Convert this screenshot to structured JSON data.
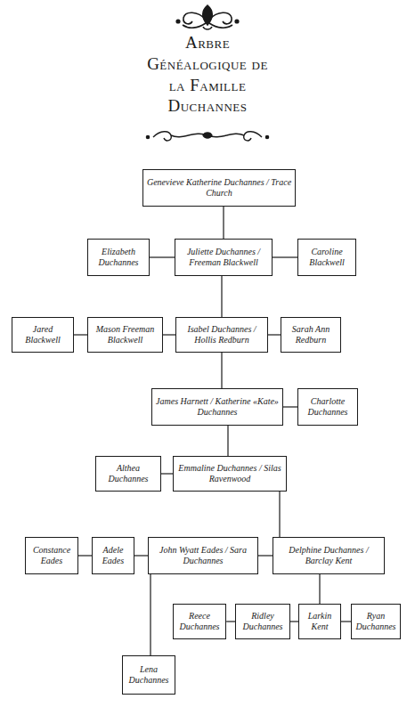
{
  "diagram": {
    "title": "Arbre Généalogique de la Famille Duchannes",
    "nodes": [
      {
        "text": [
          "Genevieve Katherine Duchannes / Trace Church"
        ]
      },
      {
        "text": [
          "Elizabeth Duchannes"
        ]
      },
      {
        "text": [
          "Juliette Duchannes / Freeman Blackwell"
        ]
      },
      {
        "text": [
          "Caroline Blackwell"
        ]
      },
      {
        "text": [
          "Jared Blackwell"
        ]
      },
      {
        "text": [
          "Mason Freeman Blackwell"
        ]
      },
      {
        "text": [
          "Isabel Duchannes / Hollis Redburn"
        ]
      },
      {
        "text": [
          "Sarah Ann Redburn"
        ]
      },
      {
        "text": [
          "James Harnett / Katherine «Kate» Duchannes"
        ]
      },
      {
        "text": [
          "Charlotte Duchannes"
        ]
      },
      {
        "text": [
          "Althea Duchannes"
        ]
      },
      {
        "text": [
          "Emmaline Duchannes / Silas Ravenwood"
        ]
      },
      {
        "text": [
          "Constance Eades"
        ]
      },
      {
        "text": [
          "Adele Eades"
        ]
      },
      {
        "text": [
          "John Wyatt Eades / Sara Duchannes"
        ]
      },
      {
        "text": [
          "Delphine Duchannes / Barclay Kent"
        ]
      },
      {
        "text": [
          "Reece Duchannes"
        ]
      },
      {
        "text": [
          "Ridley Duchannes"
        ]
      },
      {
        "text": [
          "Larkin Kent"
        ]
      },
      {
        "text": [
          "Ryan Duchannes"
        ]
      },
      {
        "text": [
          "Lena Duchannes"
        ]
      }
    ],
    "edges": [
      {
        "from": 0,
        "to": 2,
        "arrow": "none"
      },
      {
        "from": 1,
        "to": 2,
        "arrow": "none"
      },
      {
        "from": 2,
        "to": 3,
        "arrow": "none"
      },
      {
        "from": 2,
        "to": 6,
        "arrow": "none"
      },
      {
        "from": 4,
        "to": 5,
        "arrow": "none"
      },
      {
        "from": 5,
        "to": 6,
        "arrow": "none"
      },
      {
        "from": 6,
        "to": 7,
        "arrow": "none"
      },
      {
        "from": 6,
        "to": 8,
        "arrow": "none"
      },
      {
        "from": 8,
        "to": 9,
        "arrow": "none"
      },
      {
        "from": 8,
        "to": 11,
        "arrow": "none"
      },
      {
        "from": 10,
        "to": 11,
        "arrow": "none"
      },
      {
        "from": 11,
        "to": 15,
        "arrow": "none"
      },
      {
        "from": 12,
        "to": 13,
        "arrow": "none"
      },
      {
        "from": 13,
        "to": 14,
        "arrow": "none"
      },
      {
        "from": 14,
        "to": 15,
        "arrow": "none"
      },
      {
        "from": 14,
        "to": 20,
        "arrow": "none"
      },
      {
        "from": 15,
        "to": 18,
        "arrow": "none"
      },
      {
        "from": 16,
        "to": 17,
        "arrow": "none"
      },
      {
        "from": 17,
        "to": 18,
        "arrow": "none"
      },
      {
        "from": 18,
        "to": 19,
        "arrow": "none"
      }
    ]
  }
}
